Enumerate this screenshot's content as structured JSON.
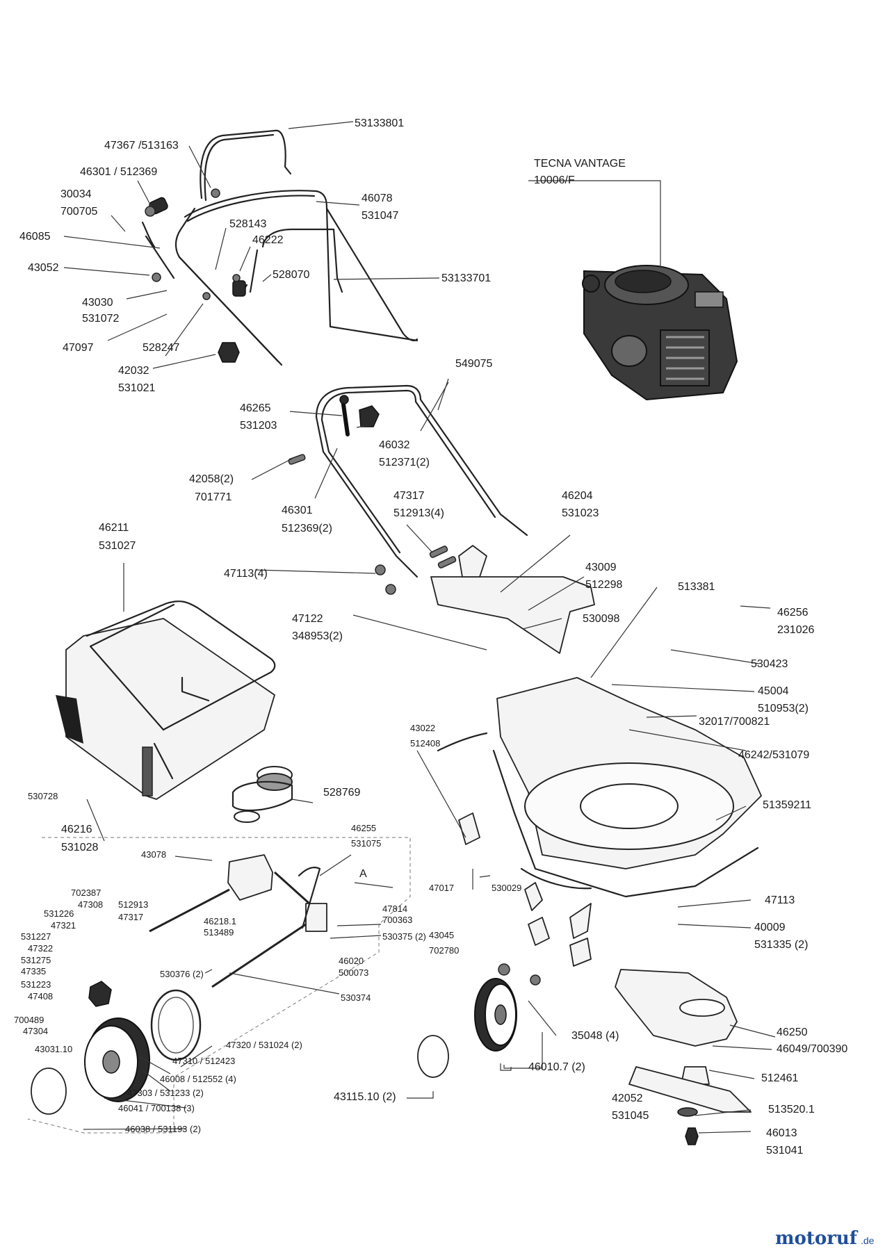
{
  "labels": {
    "l01": "53133801",
    "l02": "47367 /513163",
    "l03": "46301 / 512369",
    "l04": "30034",
    "l05": "700705",
    "l06": "46085",
    "l07": "43052",
    "l08": "43030",
    "l09": "531072",
    "l10": "47097",
    "l11": "528247",
    "l12": "42032",
    "l13": "531021",
    "l14": "46078",
    "l15": "531047",
    "l16": "528143",
    "l17": "46222",
    "l18": "528070",
    "l19": "53133701",
    "l20": "TECNA VANTAGE",
    "l21": "10006/F",
    "l22": "549075",
    "l23": "46265",
    "l24": "531203",
    "l25": "46032",
    "l26": "512371(2)",
    "l27": "42058(2)",
    "l28": "701771",
    "l29": "46301",
    "l30": "512369(2)",
    "l31": "47317",
    "l32": "512913(4)",
    "l33": "46204",
    "l34": "531023",
    "l35": "46211",
    "l36": "531027",
    "l37": "47113(4)",
    "l38": "43009",
    "l39": "512298",
    "l40": "513381",
    "l41": "46256",
    "l42": "231026",
    "l43": "47122",
    "l44": "348953(2)",
    "l45": "530098",
    "l46": "530423",
    "l47": "45004",
    "l48": "510953(2)",
    "l49": "32017/700821",
    "l50": "43022",
    "l51": "512408",
    "l52": "46242/531079",
    "l53": "530728",
    "l54": "528769",
    "l55": "51359211",
    "l56": "46216",
    "l57": "531028",
    "l58": "43078",
    "l59": "46255",
    "l60": "531075",
    "l61": "A",
    "l62": "702387",
    "l63": "47308",
    "l64": "512913",
    "l65": "47317",
    "l66": "531226",
    "l67": "47321",
    "l68": "531227",
    "l69": "47322",
    "l70": "46218.1",
    "l71": "513489",
    "l72": "47814",
    "l73": "700363",
    "l74": "47017",
    "l75": "530029",
    "l76": "47113",
    "l77": "531275",
    "l78": "47335",
    "l79": "530375 (2)",
    "l80": "43045",
    "l81": "702780",
    "l82": "40009",
    "l83": "531335 (2)",
    "l84": "531223",
    "l85": "47408",
    "l86": "530376 (2)",
    "l87": "46020",
    "l88": "500073",
    "l89": "700489",
    "l90": "47304",
    "l91": "530374",
    "l92": "46250",
    "l93": "43031.10",
    "l94": "47320 / 531024 (2)",
    "l95": "35048 (4)",
    "l96": "46049/700390",
    "l97": "47310 / 512423",
    "l98": "46008 / 512552 (4)",
    "l99": "46010.7 (2)",
    "l100": "512461",
    "l101": "47303 / 531233 (2)",
    "l102": "43115.10 (2)",
    "l103": "42052",
    "l104": "531045",
    "l105": "513520.1",
    "l106": "46041 / 700138 (3)",
    "l107": "46013",
    "l108": "531041",
    "l109": "46038 / 531193 (2)"
  },
  "logo": {
    "main": "motoruf",
    "suffix": ".de"
  },
  "colors": {
    "ink": "#222222",
    "logo_red": "#c0392b",
    "logo_blue": "#1f4e9c"
  }
}
